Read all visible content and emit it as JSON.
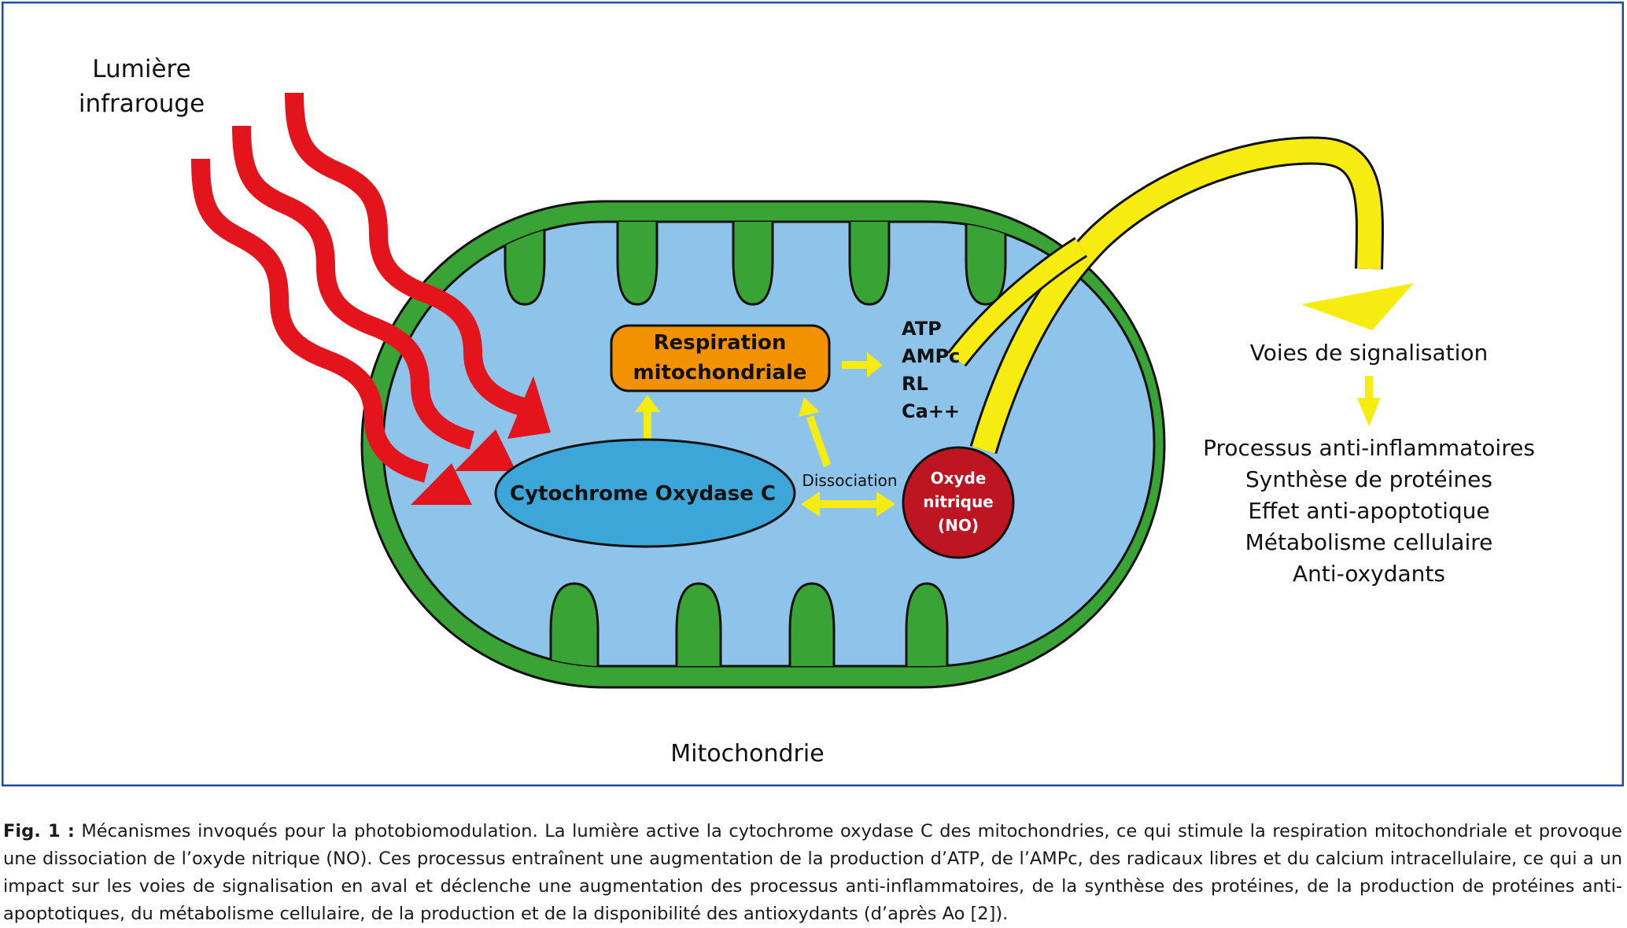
{
  "diagram": {
    "light_label_line1": "Lumière",
    "light_label_line2": "infrarouge",
    "respiration_line1": "Respiration",
    "respiration_line2": "mitochondriale",
    "cytochrome": "Cytochrome Oxydase C",
    "dissociation": "Dissociation",
    "no_line1": "Oxyde",
    "no_line2": "nitrique",
    "no_line3": "(NO)",
    "products": [
      "ATP",
      "AMPc",
      "RL",
      "Ca++"
    ],
    "signaling": "Voies de signalisation",
    "effects": [
      "Processus anti-inflammatoires",
      "Synthèse de protéines",
      "Effet anti-apoptotique",
      "Métabolisme cellulaire",
      "Anti-oxydants"
    ],
    "mitochondria_label": "Mitochondrie"
  },
  "caption": {
    "label": "Fig. 1 :",
    "text": " Mécanismes invoqués pour la photobiomodulation. La lumière active la cytochrome oxydase C des mitochondries, ce qui stimule la respiration mitochondriale et provoque une dissociation de l’oxyde nitrique (NO). Ces processus entraînent une augmentation de la production d’ATP, de l’AMPc, des radicaux libres et du calcium intracellulaire, ce qui a un impact sur les voies de signalisation en aval et déclenche une augmentation des processus anti-inflammatoires, de la synthèse des protéines, de la production de protéines anti-apoptotiques, du métabolisme cellulaire, de la production et de la disponibilité des antioxydants (d’après Ao [2])."
  },
  "colors": {
    "frame": "#1f4e9c",
    "membrane": "#3aa335",
    "matrix": "#8ec4ea",
    "infrared": "#e3141c",
    "signal": "#f7ec12",
    "respiration_box": "#f39200",
    "cytochrome_fill": "#3ca6d8",
    "no_fill": "#be1522"
  }
}
